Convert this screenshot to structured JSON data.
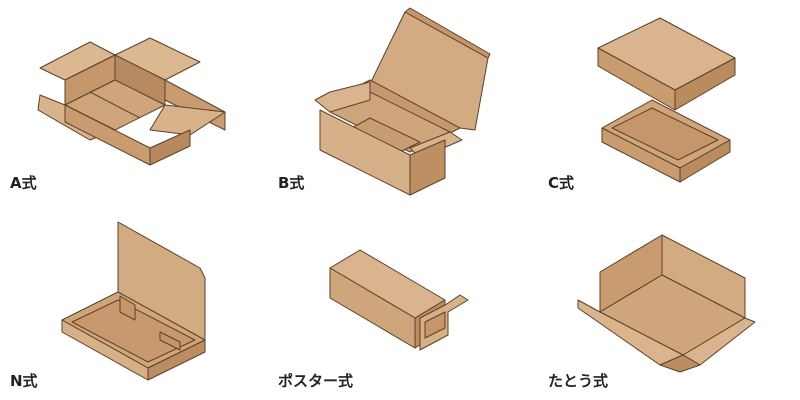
{
  "colors": {
    "board_light": "#d9b48e",
    "board_mid": "#cfa67b",
    "board_dark": "#b98c60",
    "inner": "#c99b6f",
    "outline": "#5d4128",
    "label": "#222222"
  },
  "boxes": [
    {
      "id": "a",
      "label": "A式"
    },
    {
      "id": "b",
      "label": "B式"
    },
    {
      "id": "c",
      "label": "C式"
    },
    {
      "id": "n",
      "label": "N式"
    },
    {
      "id": "poster",
      "label": "ポスター式"
    },
    {
      "id": "tatou",
      "label": "たとう式"
    }
  ]
}
